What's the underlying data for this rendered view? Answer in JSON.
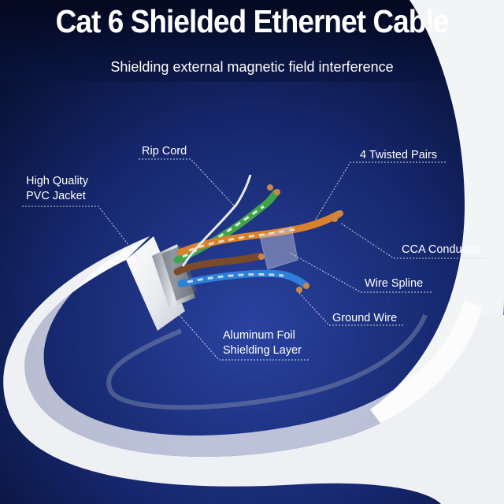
{
  "header": {
    "title": "Cat 6 Shielded Ethernet Cable",
    "subtitle": "Shielding external magnetic field interference"
  },
  "callouts": {
    "rip_cord": "Rip Cord",
    "pvc_jacket_line1": "High Quality",
    "pvc_jacket_line2": "PVC Jacket",
    "twisted_pairs": "4 Twisted Pairs",
    "cca_conductor": "CCA Conductor",
    "wire_spline": "Wire Spline",
    "ground_wire": "Ground Wire",
    "foil_line1": "Aluminum Foil",
    "foil_line2": "Shielding Layer"
  },
  "colors": {
    "background_top": "#07102e",
    "background_mid": "#1a2f78",
    "cable_jacket": "#f2f3f5",
    "wire_green": "#3fa34a",
    "wire_orange": "#d9822b",
    "wire_blue": "#2f7fd6",
    "wire_brown": "#7a4a2a",
    "copper": "#c9874a",
    "foil": "#b8bcc4",
    "leader_line": "#cfd6e6"
  }
}
